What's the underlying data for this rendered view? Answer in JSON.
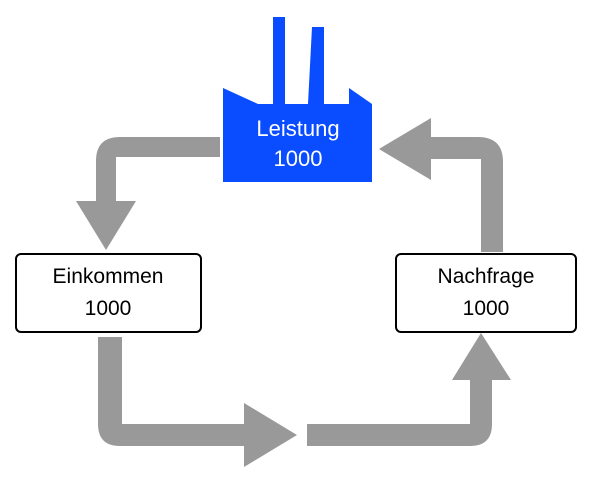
{
  "factory": {
    "label": "Leistung",
    "value": "1000",
    "color": "#0a4cff",
    "text_color": "#ffffff"
  },
  "income": {
    "label": "Einkommen",
    "value": "1000"
  },
  "demand": {
    "label": "Nachfrage",
    "value": "1000"
  },
  "colors": {
    "arrow": "#999999",
    "box_border": "#000000",
    "box_fill": "#ffffff",
    "text": "#000000"
  }
}
